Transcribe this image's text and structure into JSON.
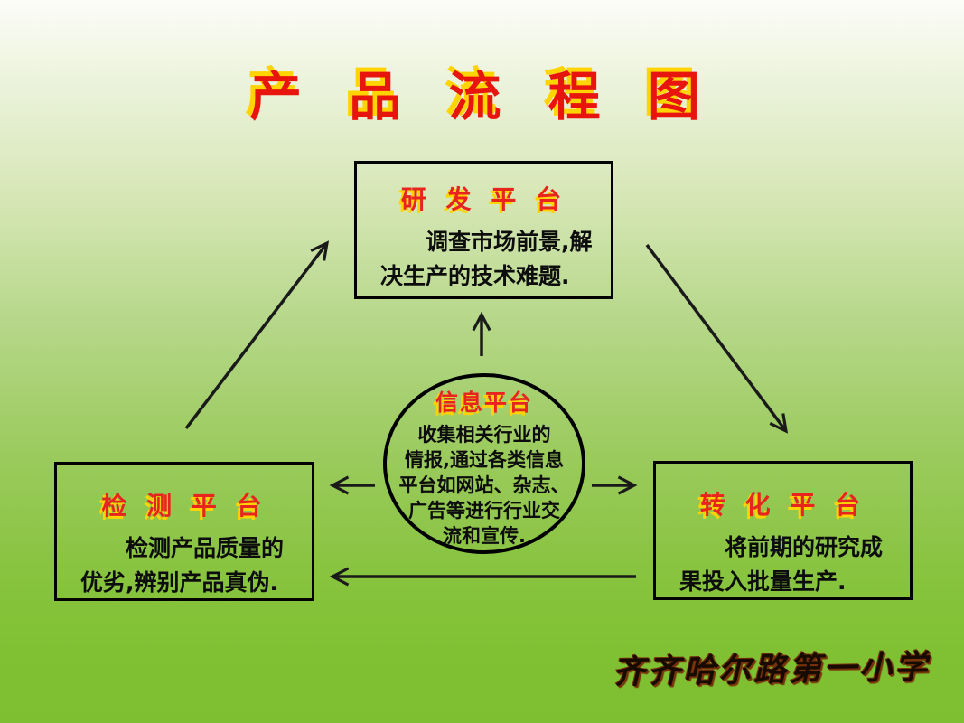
{
  "slide": {
    "title": "产 品 流 程 图",
    "signature": "齐齐哈尔路第一小学"
  },
  "nodes": {
    "rnd": {
      "title": "研 发 平 台",
      "body_line1": "调查市场前景,解",
      "body_line2": "决生产的技术难题."
    },
    "test": {
      "title": "检 测 平 台",
      "body_line1": "检测产品质量的",
      "body_line2": "优劣,辨别产品真伪."
    },
    "transform": {
      "title": "转 化 平 台",
      "body_line1": "将前期的研究成",
      "body_line2": "果投入批量生产."
    },
    "info": {
      "title": "信息平台",
      "lines": [
        "收集相关行业的",
        "情报,通过各类信息",
        "平台如网站、杂志、",
        "广告等进行行业交",
        "流和宣传."
      ]
    }
  },
  "colors": {
    "heading_red": "#e8150e",
    "heading_shadow_yellow": "#ffd400",
    "body_text": "#0d0d0d",
    "connector_black": "#1a1a1a",
    "background_top": "#fcfdf8",
    "background_bottom": "#7dbf31"
  }
}
